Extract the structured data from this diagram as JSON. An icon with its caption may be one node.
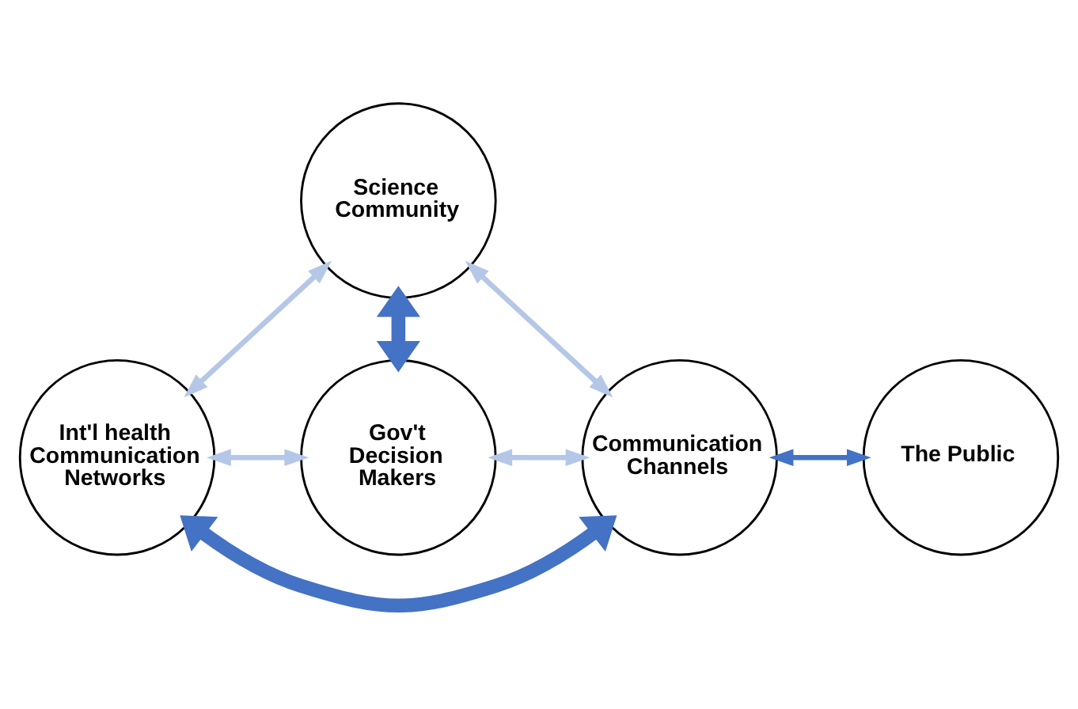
{
  "diagram": {
    "nodes": [
      {
        "text": [
          "Science Community"
        ]
      },
      {
        "text": [
          "Int'l health Communication Networks"
        ]
      },
      {
        "text": [
          "Communication Channels"
        ]
      },
      {
        "text": [
          "The Public"
        ]
      },
      {
        "text": [
          "Gov't Decision Makers"
        ]
      }
    ],
    "edges": [
      {
        "from": 0,
        "to": 4,
        "arrow": "both",
        "style": "thick",
        "color": "#4472c4"
      },
      {
        "from": 1,
        "to": 2,
        "arrow": "both",
        "style": "thick",
        "color": "#4472c4"
      },
      {
        "from": 1,
        "to": 0,
        "arrow": "both"
      },
      {
        "from": 0,
        "to": 2,
        "arrow": "both"
      },
      {
        "from": 1,
        "to": 4,
        "arrow": "both"
      },
      {
        "from": 4,
        "to": 2,
        "arrow": "both"
      },
      {
        "from": 2,
        "to": 3,
        "arrow": "both",
        "color": "#4472c4"
      }
    ]
  }
}
